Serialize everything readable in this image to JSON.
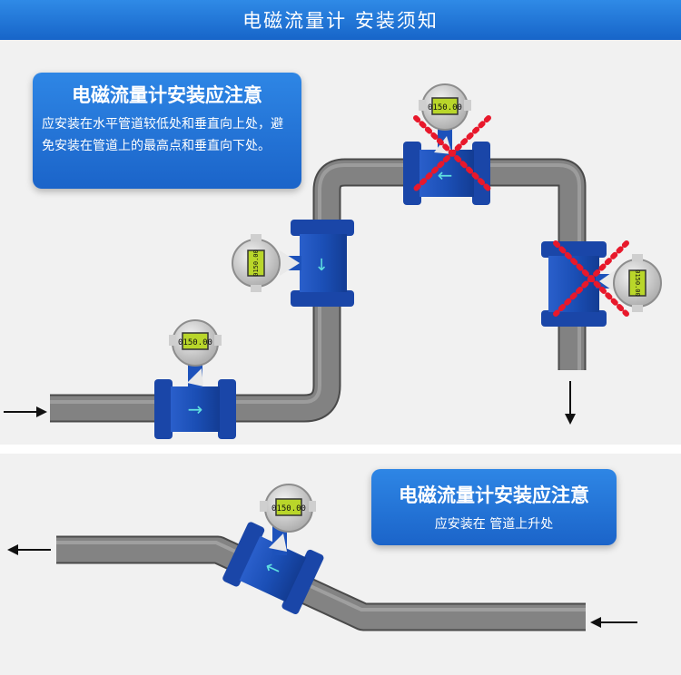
{
  "header": {
    "title": "电磁流量计 安装须知"
  },
  "note_top": {
    "title": "电磁流量计安装应注意",
    "body": "应安装在水平管道较低处和垂直向上处，避免安装在管道上的最高点和垂直向下处。"
  },
  "note_bottom": {
    "title": "电磁流量计安装应注意",
    "body": "应安装在 管道上升处"
  },
  "meters": [
    {
      "id": "horizontal-low",
      "display": "0150.00",
      "status": "correct"
    },
    {
      "id": "vertical-up",
      "display": "0150.00",
      "status": "correct"
    },
    {
      "id": "top-highest",
      "display": "0150.00",
      "status": "wrong"
    },
    {
      "id": "vertical-down",
      "display": "0150.00",
      "status": "wrong"
    },
    {
      "id": "incline-rise",
      "display": "0150.00",
      "status": "correct"
    }
  ],
  "colors": {
    "header_blue": "#1f74d8",
    "meter_blue": "#1c4fb5",
    "pipe_gray": "#7c7c7c",
    "wrong_mark": "#e8182b"
  }
}
